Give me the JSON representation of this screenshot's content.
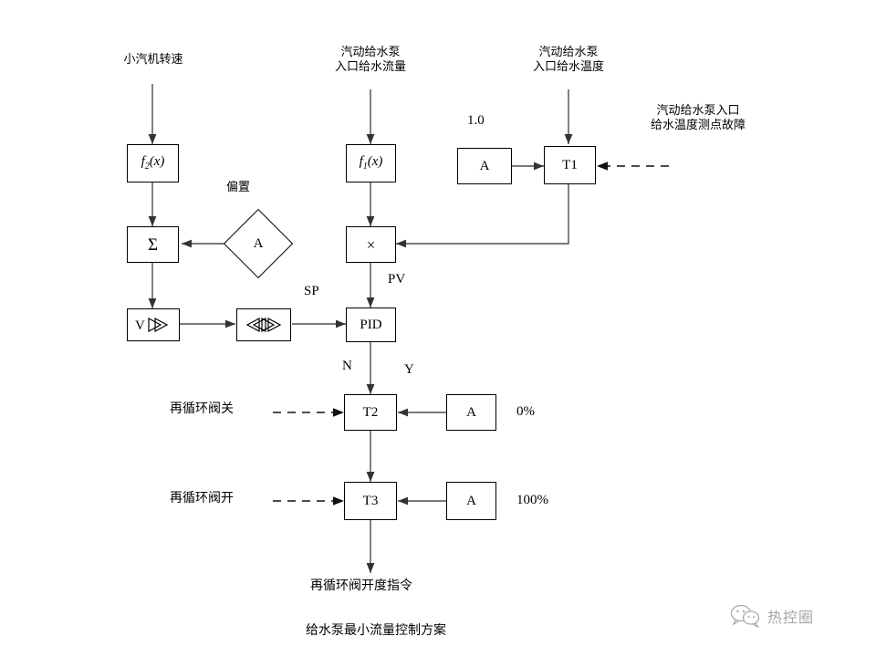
{
  "diagram": {
    "title": "给水泵最小流量控制方案",
    "output_label": "再循环阀开度指令",
    "colors": {
      "line": "#4d4d4d",
      "border": "#000000",
      "background": "#ffffff",
      "watermark": "#5a5a5a"
    }
  },
  "inputs": [
    {
      "id": "input-turbine-speed",
      "text": "小汽机转速"
    },
    {
      "id": "input-feedwater-flow",
      "text": "汽动给水泵\n入口给水流量"
    },
    {
      "id": "input-feedwater-temp",
      "text": "汽动给水泵\n入口给水温度"
    },
    {
      "id": "input-temp-sensor-fault",
      "text": "汽动给水泵入口\n给水温度测点故障"
    }
  ],
  "blocks": {
    "f2": {
      "label": "f",
      "sub": "2",
      "arg": "(x)",
      "name": "function-block-f2"
    },
    "f1": {
      "label": "f",
      "sub": "1",
      "arg": "(x)",
      "name": "function-block-f1"
    },
    "const_a_top": {
      "label": "A",
      "value": "1.0"
    },
    "t1": {
      "label": "T1"
    },
    "sum": {
      "label": "Σ"
    },
    "multiply": {
      "label": "×"
    },
    "bias_diamond": {
      "label": "A",
      "caption": "偏置"
    },
    "rate_limiter": {
      "label": "V"
    },
    "limiter": {
      "label": ""
    },
    "pid": {
      "label": "PID"
    },
    "t2": {
      "label": "T2"
    },
    "t3": {
      "label": "T3"
    },
    "const_a_t2": {
      "label": "A",
      "value": "0%"
    },
    "const_a_t3": {
      "label": "A",
      "value": "100%"
    }
  },
  "signal_labels": {
    "sp": "SP",
    "pv": "PV",
    "n": "N",
    "y": "Y",
    "const_top": "1.0",
    "percent_zero": "0%",
    "percent_hundred": "100%",
    "bias": "偏置"
  },
  "conditions": [
    {
      "id": "recirc-valve-close",
      "text": "再循环阀关",
      "target": "T2",
      "constant": "0%"
    },
    {
      "id": "recirc-valve-open",
      "text": "再循环阀开",
      "target": "T3",
      "constant": "100%"
    }
  ],
  "watermark": {
    "text": "热控圈",
    "icon": "wechat-bubbles-icon"
  }
}
